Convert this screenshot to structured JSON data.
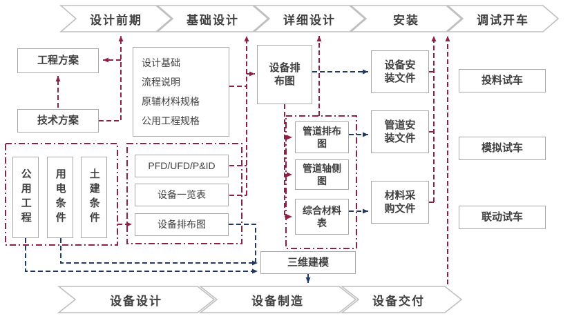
{
  "palette": {
    "maroon": "#8e2043",
    "navy": "#1f3864",
    "box_border": "#a6a6a6",
    "chev_border": "#bfbfbf",
    "text": "#404040"
  },
  "top_phases": [
    {
      "label": "设计前期"
    },
    {
      "label": "基础设计"
    },
    {
      "label": "详细设计"
    },
    {
      "label": "安装"
    },
    {
      "label": "调试开车"
    }
  ],
  "bottom_phases": [
    {
      "label": "设备设计"
    },
    {
      "label": "设备制造"
    },
    {
      "label": "设备交付"
    }
  ],
  "boxes": {
    "engineering_plan": "工程方案",
    "technical_plan": "技术方案",
    "design_basis_lines": [
      "设计基础",
      "流程说明",
      "原辅材料规格",
      "公用工程规格"
    ],
    "utility_engineering": "公用工程",
    "power_condition": "用电条件",
    "civil_condition": "土建条件",
    "pfd": "PFD/UFD/P&ID",
    "equipment_list": "设备一览表",
    "equipment_layout_basic": "设备排布图",
    "equipment_layout_detail": "设备排布图",
    "pipe_layout": "管道排布图",
    "pipe_isometric": "管道轴侧图",
    "material_summary": "综合材料表",
    "equipment_install_doc": "设备安装文件",
    "pipe_install_doc": "管道安装文件",
    "material_purchase_doc": "材料采购文件",
    "feed_commissioning": "投料试车",
    "simulated_commissioning": "模拟试车",
    "linked_commissioning": "联动试车",
    "three_d_modeling": "三维建模"
  },
  "connections": [
    {
      "from": "technical_plan",
      "to": "phase_basic_design",
      "style": "maroon-dashed"
    },
    {
      "from": "technical_plan",
      "to": "engineering_plan",
      "style": "maroon-dashed"
    },
    {
      "from": "design_basis",
      "to": "phase_detailed_design",
      "style": "maroon-dashed"
    },
    {
      "from": "pfd",
      "to": "phase_detailed_design",
      "style": "maroon-dashed"
    },
    {
      "from": "design_basis",
      "to": "equipment_layout_detail",
      "style": "maroon-dashed"
    },
    {
      "from": "conditions_group",
      "to": "equipment_layout_basic",
      "style": "maroon-dashed"
    },
    {
      "from": "equipment_layout_detail",
      "to": "pipe_layout",
      "style": "maroon-dashed"
    },
    {
      "from": "equipment_layout_detail",
      "to": "pipe_isometric",
      "style": "maroon-dashed"
    },
    {
      "from": "equipment_layout_detail",
      "to": "material_summary",
      "style": "maroon-dashed"
    },
    {
      "from": "pipe_group",
      "to": "phase_detailed_design",
      "style": "maroon-dashed"
    },
    {
      "from": "install_docs",
      "to": "phase_install",
      "style": "maroon-dashed"
    },
    {
      "from": "equipment_delivery",
      "to": "phase_commissioning",
      "style": "maroon-dashed"
    },
    {
      "from": "equipment_layout_detail",
      "to": "equipment_install_doc",
      "style": "navy-dashed"
    },
    {
      "from": "pipe_layout",
      "to": "pipe_install_doc",
      "style": "navy-dashed"
    },
    {
      "from": "material_summary",
      "to": "material_purchase_doc",
      "style": "navy-dashed"
    },
    {
      "from": "equipment_layout_basic",
      "to": "three_d_modeling",
      "style": "navy-dashed"
    },
    {
      "from": "utility_engineering",
      "to": "three_d_modeling",
      "style": "navy-dashed"
    },
    {
      "from": "power_condition",
      "to": "three_d_modeling",
      "style": "navy-dashed"
    },
    {
      "from": "three_d_modeling",
      "to": "phase_equipment_manufacture",
      "style": "navy-dashed"
    }
  ]
}
